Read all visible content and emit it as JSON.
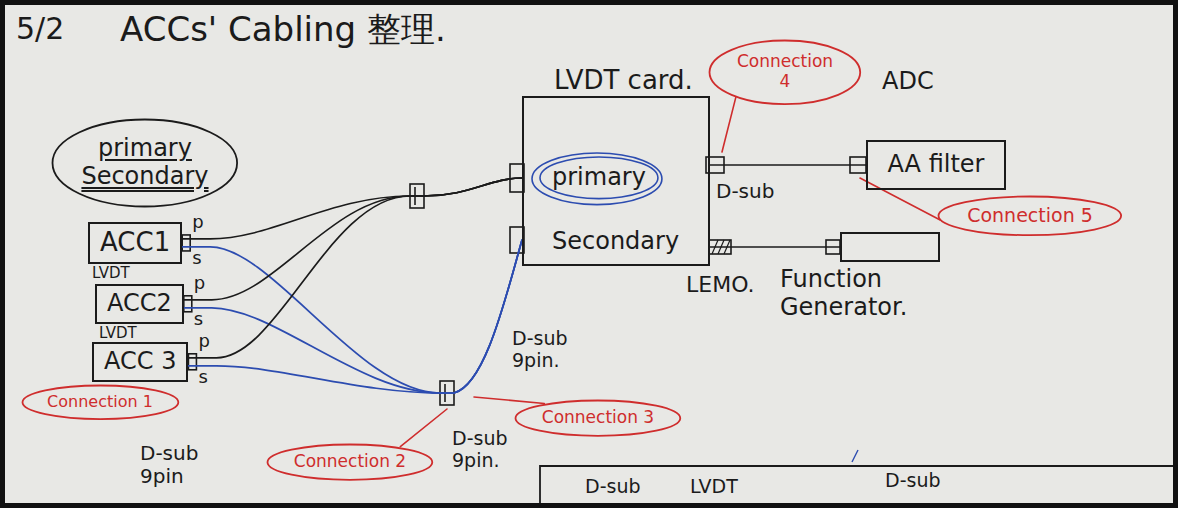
{
  "diagram": {
    "title": "ACCs' Cabling 整理.",
    "nodes": [
      {
        "text": [
          "primary",
          "Secondary"
        ]
      },
      {
        "text": [
          "ACC1",
          "LVDT"
        ]
      },
      {
        "text": [
          "ACC2",
          "LVDT"
        ]
      },
      {
        "text": [
          "ACC 3"
        ]
      },
      {
        "text": [
          "LVDT card.",
          "primary",
          "Secondary"
        ]
      },
      {
        "text": [
          "ADC",
          "AA filter"
        ]
      },
      {
        "text": [
          "Function Generator."
        ]
      },
      {
        "text": [
          "Connection 1"
        ]
      },
      {
        "text": [
          "Connection 2"
        ]
      },
      {
        "text": [
          "Connection 3"
        ]
      },
      {
        "text": [
          "Connection 4"
        ]
      },
      {
        "text": [
          "Connection 5"
        ]
      }
    ],
    "edges": [
      {
        "from": 1,
        "to": 4,
        "arrow": "none"
      },
      {
        "from": 1,
        "to": 4,
        "arrow": "none"
      },
      {
        "from": 2,
        "to": 4,
        "arrow": "none"
      },
      {
        "from": 2,
        "to": 4,
        "arrow": "none"
      },
      {
        "from": 3,
        "to": 4,
        "arrow": "none"
      },
      {
        "from": 3,
        "to": 4,
        "arrow": "none"
      },
      {
        "from": 4,
        "to": 5,
        "arrow": "none"
      },
      {
        "from": 6,
        "to": 4,
        "arrow": "none"
      }
    ],
    "labels": [
      "5/2",
      "p",
      "s",
      "p",
      "s",
      "p",
      "s",
      "D-sub",
      "LEMO.",
      "D-sub 9pin",
      "D-sub 9pin.",
      "D-sub 9pin.",
      "D-sub",
      "LVDT",
      "D-sub"
    ]
  }
}
